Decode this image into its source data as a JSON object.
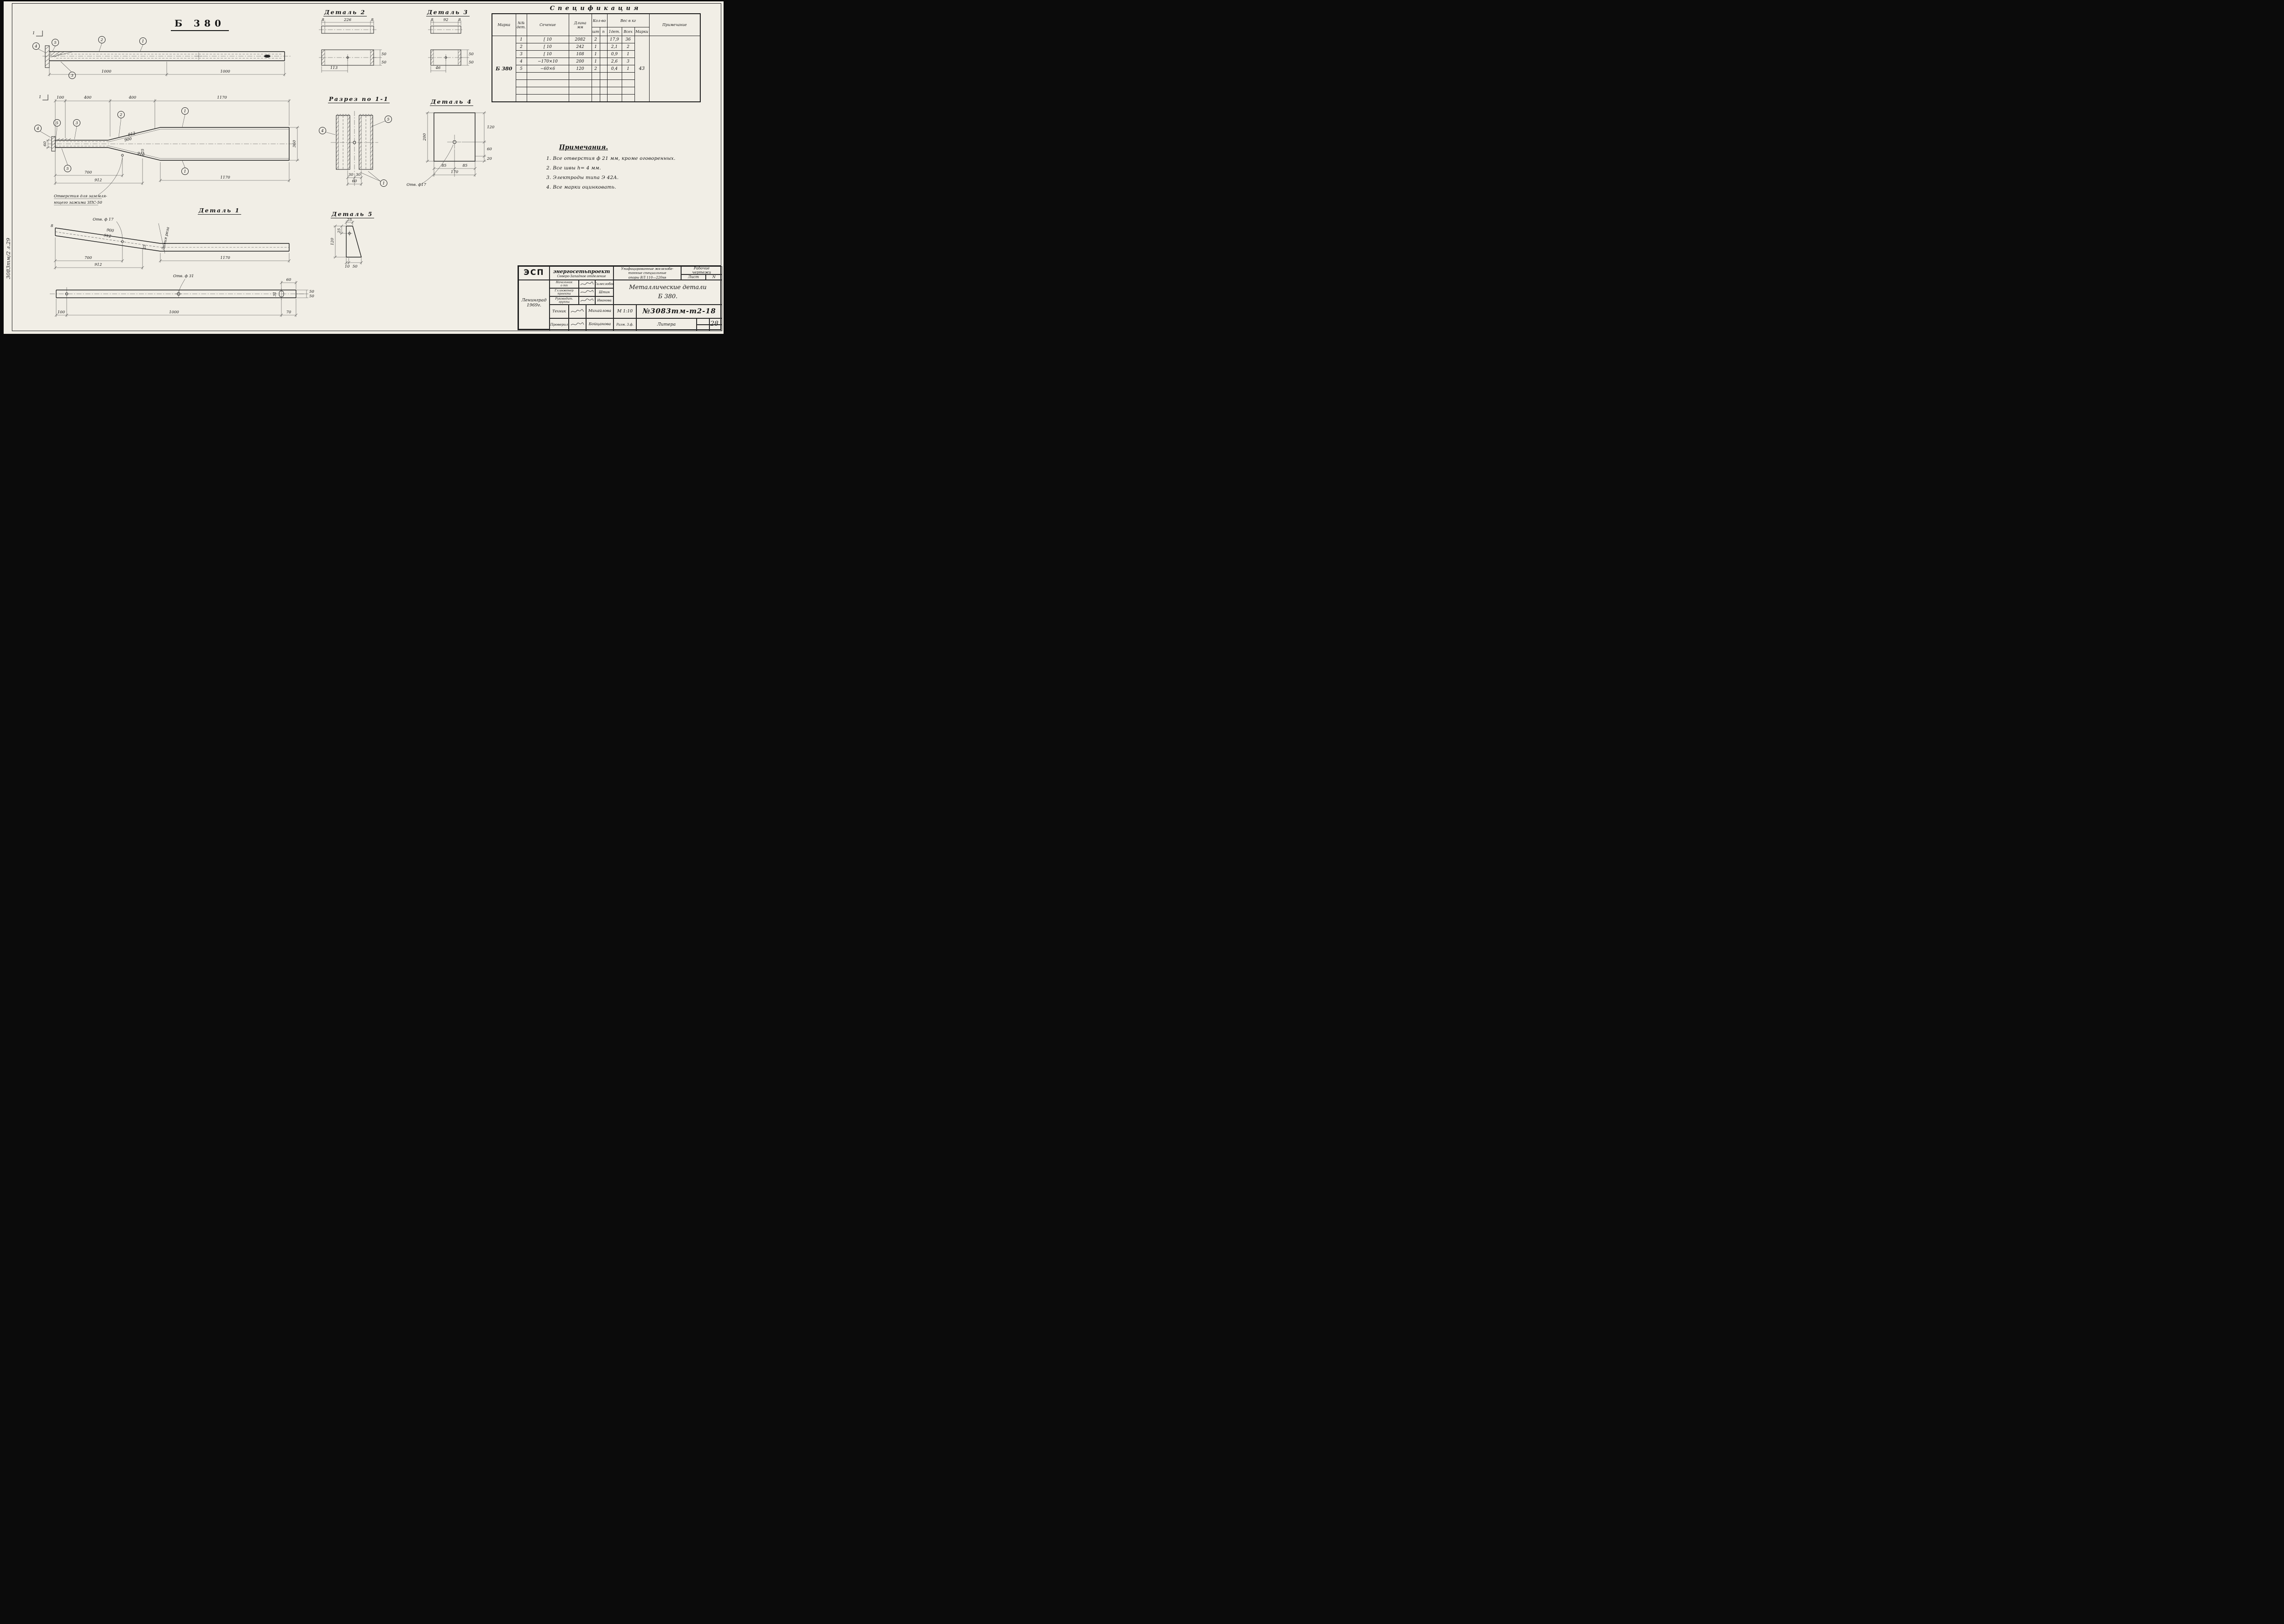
{
  "sheet": {
    "main_title": "Б 380",
    "margin_note": "3083тм/2 л.29",
    "page_corner": "28"
  },
  "spec": {
    "title": "Спецификация",
    "headers": {
      "marka": "Марка",
      "det_no_1": "№№",
      "det_no_2": "дет.",
      "section": "Сечение",
      "length_1": "Длина",
      "length_2": "мм",
      "qty": "Кол-во",
      "qty_sub1": "шт",
      "qty_sub2": "п",
      "weight": "Вес в кг",
      "w_one": "1дет.",
      "w_all": "Всех",
      "w_marki": "Марки",
      "note": "Примечание"
    },
    "marka_value": "Б 380",
    "marki_total": "43",
    "rows": [
      {
        "no": "1",
        "section": "[ 10",
        "length": "2082",
        "qty": "2",
        "w_one": "17,9",
        "w_all": "36"
      },
      {
        "no": "2",
        "section": "[ 10",
        "length": "242",
        "qty": "1",
        "w_one": "2,1",
        "w_all": "2"
      },
      {
        "no": "3",
        "section": "[ 10",
        "length": "108",
        "qty": "1",
        "w_one": "0,9",
        "w_all": "1"
      },
      {
        "no": "4",
        "section": "−170×10",
        "length": "200",
        "qty": "1",
        "w_one": "2,6",
        "w_all": "3"
      },
      {
        "no": "5",
        "section": "−60×6",
        "length": "120",
        "qty": "2",
        "w_one": "0,4",
        "w_all": "1"
      }
    ]
  },
  "notes": {
    "title": "Примечания.",
    "items": [
      "1. Все отверстия ф 21 мм, кроме оговоренных.",
      "2. Все швы h= 4 мм.",
      "3. Электроды типа Э 42А.",
      "4. Все марки оцинковать."
    ]
  },
  "views": {
    "v1": {
      "section_mark": "1",
      "callouts": [
        "4",
        "5",
        "2",
        "1",
        "3"
      ],
      "dims": [
        "1000",
        "1000"
      ]
    },
    "v2": {
      "section_mark": "1",
      "callouts": [
        "4",
        "5",
        "3",
        "2",
        "1",
        "5",
        "1"
      ],
      "top_dims": [
        "100",
        "400",
        "400",
        "1170"
      ],
      "d60": "60",
      "d360": "360",
      "d912a": "912",
      "d900": "900",
      "d916": "916",
      "d25": "25",
      "d700": "700",
      "d912b": "912",
      "d1170": "1170",
      "ground_label_1": "Отверстия для заземля-",
      "ground_label_2": "ющего зажима ЗПС-50"
    },
    "d1": {
      "title": "Деталь 1",
      "hole": "Отв. ф 17",
      "cut_line": "Линия реза",
      "d8": "8",
      "d900": "900",
      "d912a": "912",
      "d25": "25",
      "d700": "700",
      "d912b": "912",
      "d1170": "1170"
    },
    "bar": {
      "hole": "Отв. ф 31",
      "d60": "60",
      "d31": "31",
      "d50a": "50",
      "d50b": "50",
      "d100": "100",
      "d1000": "1000",
      "d70": "70"
    },
    "d2": {
      "title": "Деталь 2",
      "d8a": "8",
      "d226": "226",
      "d8b": "8",
      "d113": "113",
      "d50a": "50",
      "d50b": "50"
    },
    "d3": {
      "title": "Деталь 3",
      "d8a": "8",
      "d92": "92",
      "d8b": "8",
      "d46": "46",
      "d50a": "50",
      "d50b": "50"
    },
    "s11": {
      "title": "Разрез по 1-1",
      "callouts": [
        "4",
        "5",
        "1"
      ],
      "d30a": "30",
      "d30b": "30",
      "d60": "60"
    },
    "d4": {
      "title": "Деталь 4",
      "hole": "Отв. ф17",
      "d200": "200",
      "d120": "120",
      "d60": "60",
      "d20": "20",
      "d85a": "85",
      "d85b": "85",
      "d170": "170"
    },
    "d5": {
      "title": "Деталь 5",
      "d25a": "25",
      "d25b": "25",
      "d120": "120",
      "d10": "10",
      "d50": "50"
    }
  },
  "titleblock": {
    "logo": "ЭСП",
    "org_line1": "энергосетьпроект",
    "org_line2": "Северо-Западное отделение",
    "proj_line1": "Унифицированные железобе-",
    "proj_line2": "тонные специальные",
    "proj_line3": "опоры ВЛ 110—220кв",
    "doc_kind_1": "Рабочие",
    "doc_kind_2": "чертежи",
    "sheet_label": "Лист",
    "sheet_no": "N",
    "approvals": [
      {
        "role1": "Начальник",
        "role2": "о тп",
        "name": "Силеслобов"
      },
      {
        "role1": "Гл.инженер",
        "role2": "проекта",
        "name": "Штин"
      },
      {
        "role1": "Руководит.",
        "role2": "группы",
        "name": "Иванова"
      }
    ],
    "subject_line1": "Металлические детали",
    "subject_line2": "Б 380.",
    "tech_role": "Техник",
    "tech_name": "Михайлова",
    "scale": "М 1:10",
    "doc_no": "№3083тм-т2-18",
    "check_role": "Проверил",
    "check_name": "Бойцанова",
    "size_note": "Разм. 3.ф.",
    "litera": "Литера",
    "city": "Ленинград",
    "year": "1969г."
  }
}
